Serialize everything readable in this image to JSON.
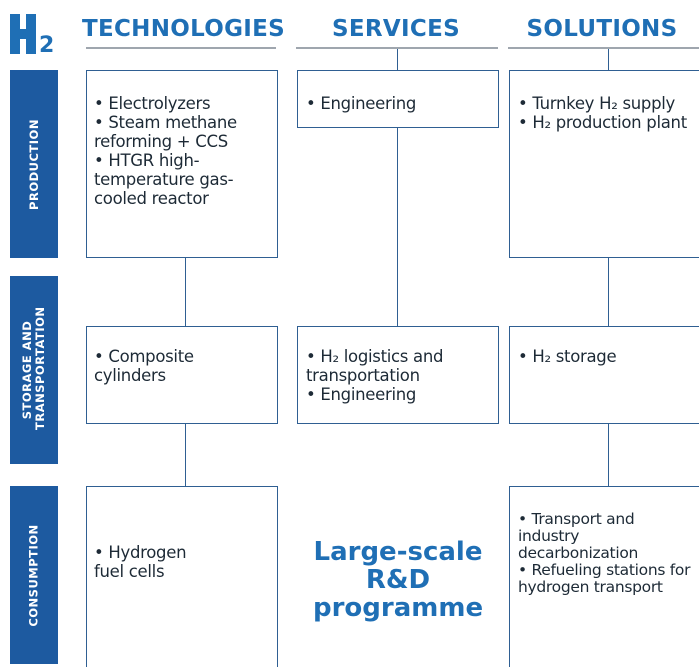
{
  "logo": {
    "label": "H2"
  },
  "columns": [
    {
      "label": "TECHNOLOGIES"
    },
    {
      "label": "SERVICES"
    },
    {
      "label": "SOLUTIONS"
    }
  ],
  "rows": [
    {
      "label": "PRODUCTION"
    },
    {
      "label": "STORAGE AND TRANSPORTATION"
    },
    {
      "label": "CONSUMPTION"
    }
  ],
  "cells": {
    "production": {
      "technologies": [
        "• Electrolyzers",
        "• Steam methane reforming + CCS",
        "• HTGR high-temperature gas-cooled reactor"
      ],
      "services": [
        "• Engineering"
      ],
      "solutions": [
        "• Turnkey H₂ supply",
        "• H₂ production plant"
      ]
    },
    "storage": {
      "technologies": [
        "• Composite cylinders"
      ],
      "services": [
        "• H₂ logistics and transportation",
        "• Engineering"
      ],
      "solutions": [
        "• H₂ storage"
      ]
    },
    "consumption": {
      "technologies": [
        "• Hydrogen fuel cells"
      ],
      "services_highlight": "Large-scale R&D programme",
      "solutions": [
        "• Transport and industry decarbonization",
        "• Refueling stations for hydrogen transport"
      ]
    }
  },
  "colors": {
    "brand_blue": "#1f6fb5",
    "row_label_bg": "#1d5aa0",
    "box_border": "#2f5f92"
  }
}
